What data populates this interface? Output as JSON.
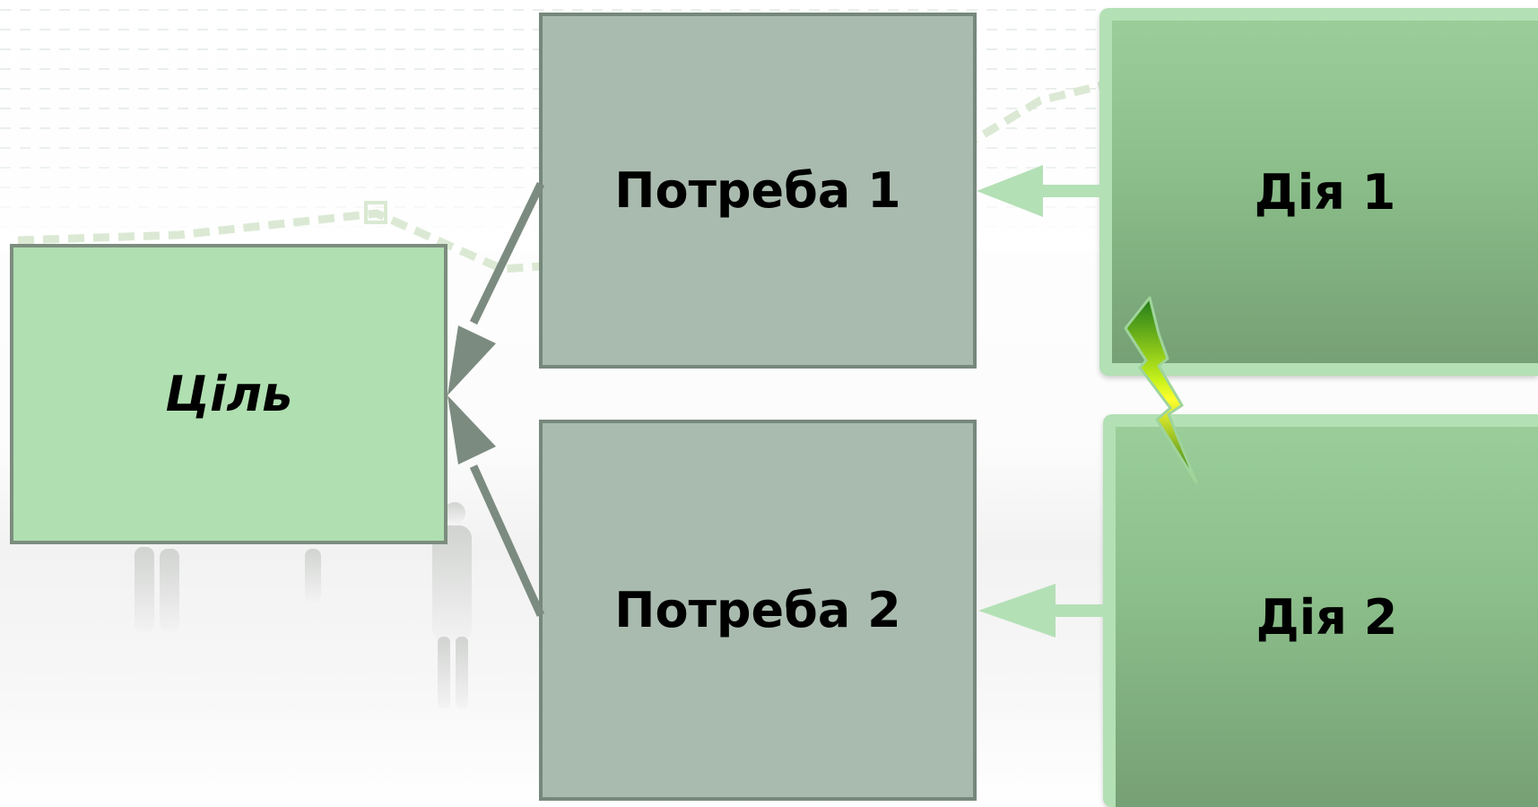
{
  "diagram": {
    "goal": {
      "label": "Ціль"
    },
    "needs": [
      {
        "label": "Потреба 1"
      },
      {
        "label": "Потреба 2"
      }
    ],
    "actions": [
      {
        "label": "Дія 1"
      },
      {
        "label": "Дія 2"
      }
    ],
    "colors": {
      "goal_fill": "#b0dfb1",
      "need_fill": "#a9bbae",
      "action_fill": "#8bbe8a",
      "need_to_goal_arrow": "#7c8b80",
      "action_to_need_arrow": "#b4e0b6",
      "lightning": "#e8ff1a"
    }
  }
}
